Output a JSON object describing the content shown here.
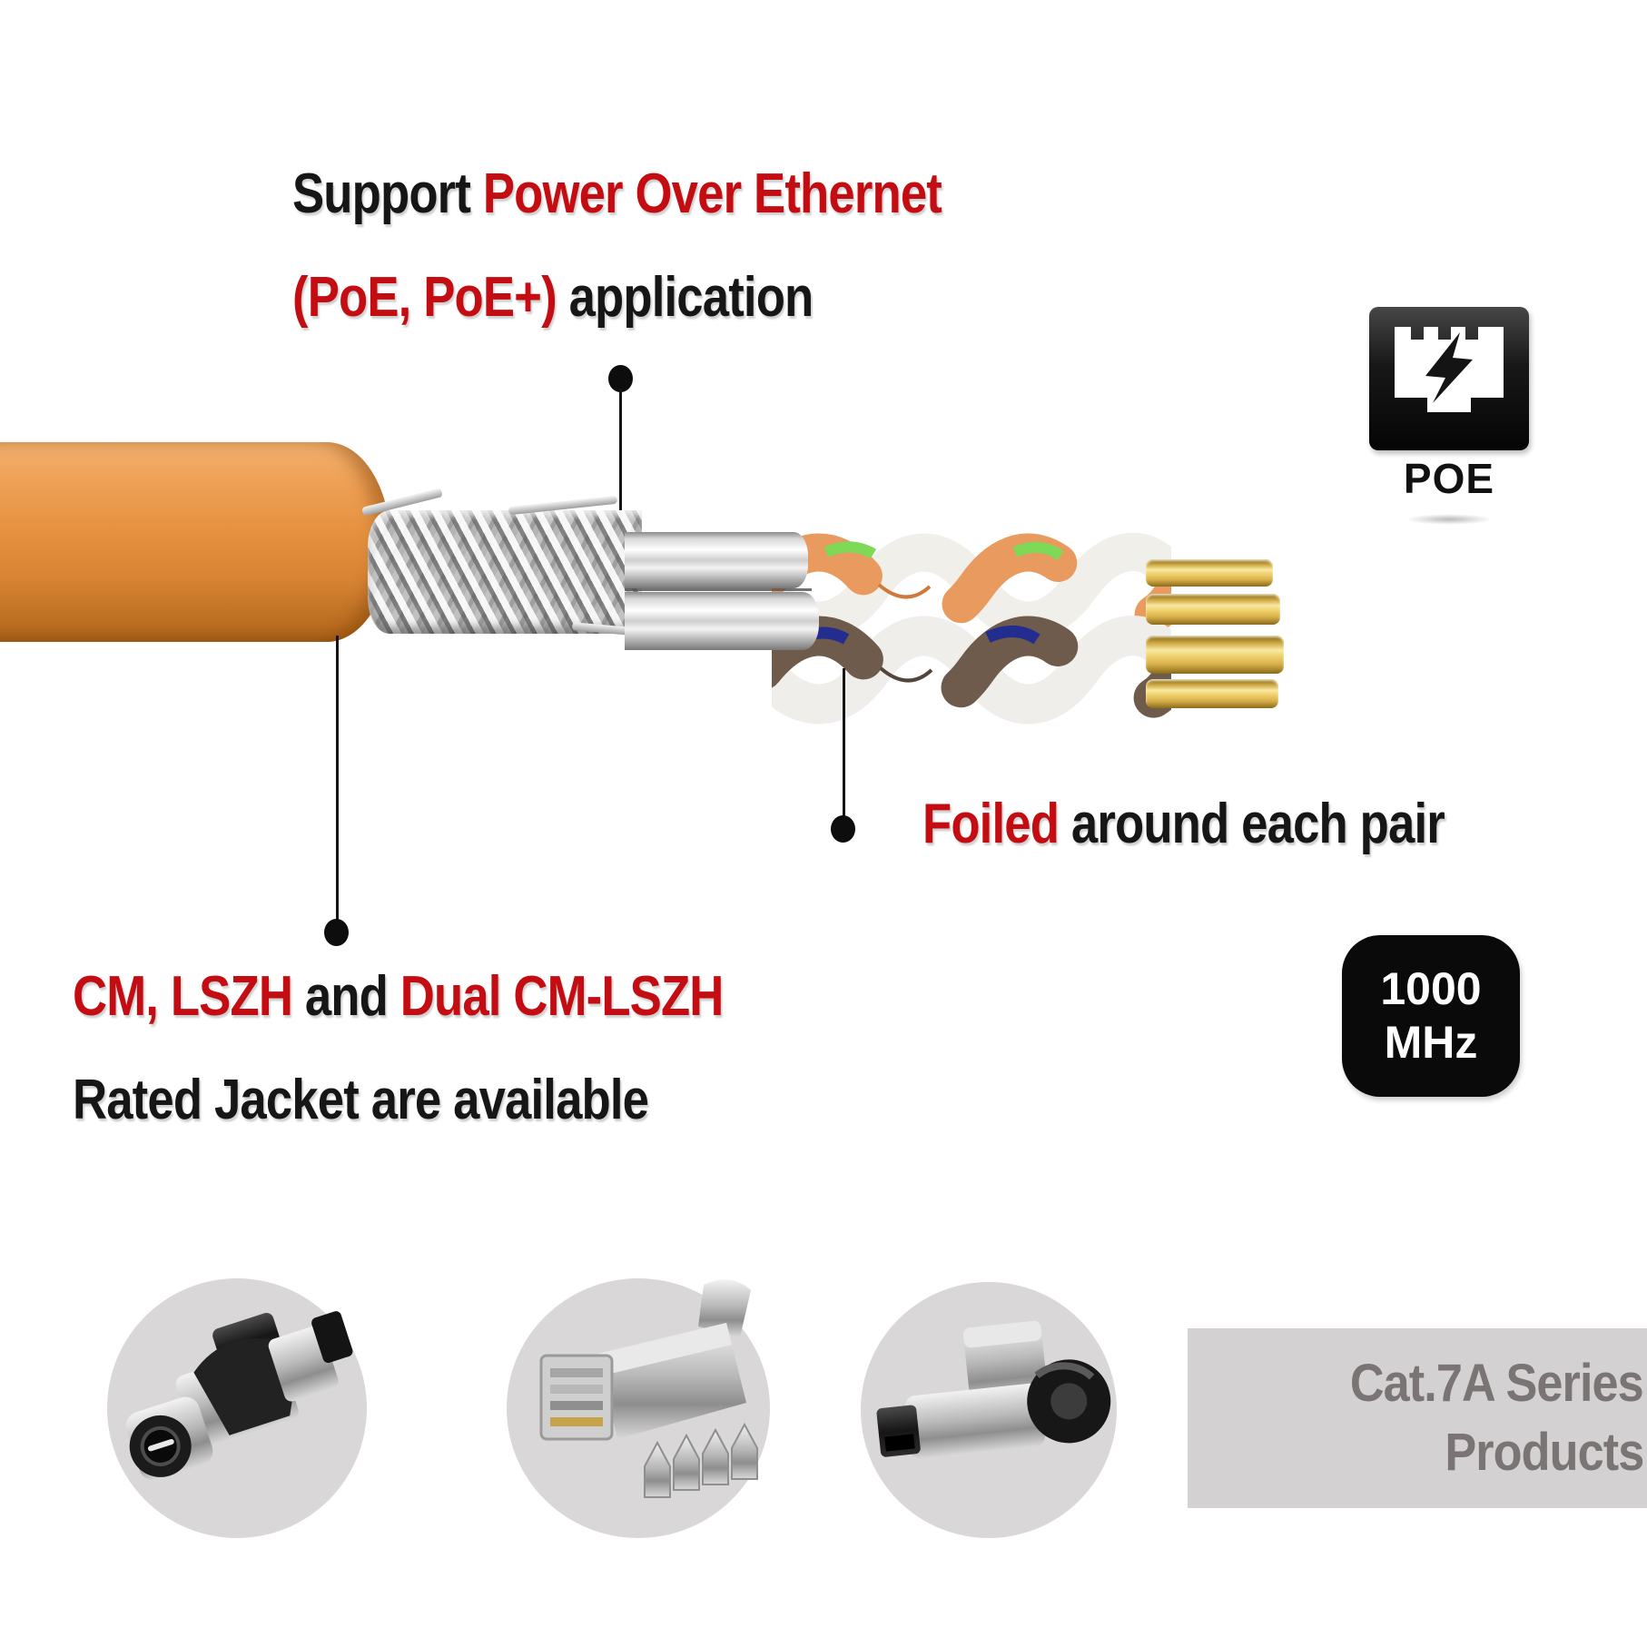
{
  "heading": {
    "line1_prefix": "Support ",
    "line1_highlight": "Power Over Ethernet",
    "line2_highlight": "(PoE, PoE+)",
    "line2_suffix": " application"
  },
  "poe_badge": {
    "label": "POE"
  },
  "callouts": {
    "foiled": {
      "highlight": "Foiled",
      "suffix": " around each pair"
    },
    "jacket": {
      "highlight1": "CM, LSZH",
      "mid": " and ",
      "highlight2": "Dual CM-LSZH",
      "line2": "Rated Jacket are available"
    }
  },
  "frequency_badge": {
    "line1": "1000",
    "line2": "MHz"
  },
  "series_box": {
    "line1": "Cat.7A Series",
    "line2": "Products"
  },
  "icons": {
    "poe_icon": "ethernet-port-with-lightning-bolt",
    "product_1": "field-termination-rj45-plug",
    "product_2": "shielded-rj45-plug-exploded-parts",
    "product_3": "angled-field-termination-plug"
  },
  "colors": {
    "accent_red": "#c30d12",
    "text_black": "#161616",
    "jacket_orange": "#e5913f",
    "badge_bg": "#0a0a0a",
    "badge_text": "#ffffff",
    "series_bg": "#d3d1d1",
    "series_text": "#7b7474",
    "circle_bg": "#d9d7d7",
    "gold": "#eecf6b"
  }
}
